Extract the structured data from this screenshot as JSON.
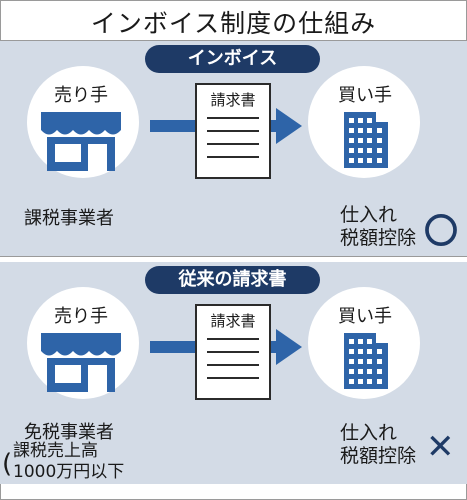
{
  "title": "インボイス制度の仕組み",
  "top": {
    "banner": "インボイス",
    "seller_label": "売り手",
    "buyer_label": "買い手",
    "document_label": "請求書",
    "seller_type": "課税事業者",
    "result_line1": "仕入れ",
    "result_line2": "税額控除",
    "result_mark": "〇"
  },
  "bottom": {
    "banner": "従来の請求書",
    "seller_label": "売り手",
    "buyer_label": "買い手",
    "document_label": "請求書",
    "seller_type": "免税事業者",
    "seller_note_line1": "課税売上高",
    "seller_note_line2": "1000万円以下",
    "result_line1": "仕入れ",
    "result_line2": "税額控除",
    "result_mark": "✕"
  },
  "colors": {
    "navy": "#1e3a66",
    "arrow_blue": "#2e64a8",
    "panel_bg": "#d3dbe6"
  },
  "icons": {
    "seller": "shop-icon",
    "buyer": "office-building-icon",
    "document": "invoice-document-icon",
    "flow": "right-arrow-icon"
  }
}
